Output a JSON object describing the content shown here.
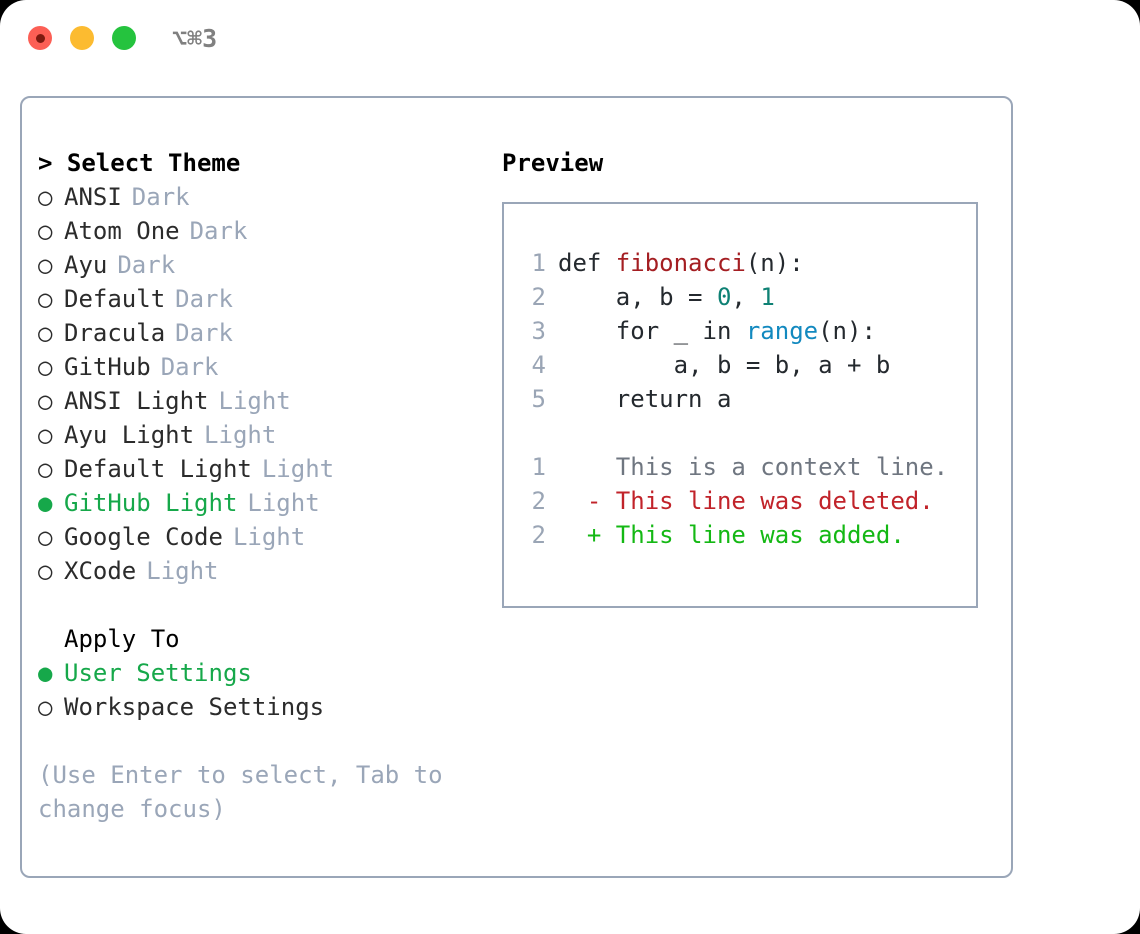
{
  "titlebar": {
    "shortcut": "⌥⌘3",
    "lights": [
      {
        "name": "close",
        "color": "#fc5f55"
      },
      {
        "name": "minimize",
        "color": "#fcbb30"
      },
      {
        "name": "maximize",
        "color": "#25c33e"
      }
    ]
  },
  "theme_section": {
    "heading": "> Select Theme",
    "items": [
      {
        "marker": "○",
        "label": "ANSI",
        "tag": "Dark",
        "selected": false
      },
      {
        "marker": "○",
        "label": "Atom One",
        "tag": "Dark",
        "selected": false
      },
      {
        "marker": "○",
        "label": "Ayu",
        "tag": "Dark",
        "selected": false
      },
      {
        "marker": "○",
        "label": "Default",
        "tag": "Dark",
        "selected": false
      },
      {
        "marker": "○",
        "label": "Dracula",
        "tag": "Dark",
        "selected": false
      },
      {
        "marker": "○",
        "label": "GitHub",
        "tag": "Dark",
        "selected": false
      },
      {
        "marker": "○",
        "label": "ANSI Light",
        "tag": "Light",
        "selected": false
      },
      {
        "marker": "○",
        "label": "Ayu Light",
        "tag": "Light",
        "selected": false
      },
      {
        "marker": "○",
        "label": "Default Light",
        "tag": "Light",
        "selected": false
      },
      {
        "marker": "●",
        "label": "GitHub Light",
        "tag": "Light",
        "selected": true
      },
      {
        "marker": "○",
        "label": "Google Code",
        "tag": "Light",
        "selected": false
      },
      {
        "marker": "○",
        "label": "XCode",
        "tag": "Light",
        "selected": false
      }
    ]
  },
  "apply_section": {
    "heading": "Apply To",
    "items": [
      {
        "marker": "●",
        "label": "User Settings",
        "selected": true
      },
      {
        "marker": "○",
        "label": "Workspace Settings",
        "selected": false
      }
    ]
  },
  "hint": "(Use Enter to select, Tab to change focus)",
  "preview": {
    "heading": "Preview",
    "code_lines": [
      {
        "n": "1",
        "tokens": [
          {
            "t": "def ",
            "c": "plain"
          },
          {
            "t": "fibonacci",
            "c": "fn"
          },
          {
            "t": "(n):",
            "c": "plain"
          }
        ]
      },
      {
        "n": "2",
        "tokens": [
          {
            "t": "    a, b = ",
            "c": "plain"
          },
          {
            "t": "0",
            "c": "num"
          },
          {
            "t": ", ",
            "c": "plain"
          },
          {
            "t": "1",
            "c": "num"
          }
        ]
      },
      {
        "n": "3",
        "tokens": [
          {
            "t": "    for _ in ",
            "c": "plain"
          },
          {
            "t": "range",
            "c": "bi"
          },
          {
            "t": "(n):",
            "c": "plain"
          }
        ]
      },
      {
        "n": "4",
        "tokens": [
          {
            "t": "        a, b = b, a + b",
            "c": "plain"
          }
        ]
      },
      {
        "n": "5",
        "tokens": [
          {
            "t": "    return a",
            "c": "plain"
          }
        ]
      }
    ],
    "diff_lines": [
      {
        "n": "1",
        "sign": " ",
        "text": "This is a context line.",
        "kind": "d-ctx"
      },
      {
        "n": "2",
        "sign": "-",
        "text": "This line was deleted.",
        "kind": "d-del"
      },
      {
        "n": "2",
        "sign": "+",
        "text": "This line was added.",
        "kind": "d-add"
      }
    ]
  },
  "colors": {
    "accent_green": "#16a84a",
    "muted": "#9aa6b8",
    "border": "#9aa6b8",
    "diff_add": "#14b814",
    "diff_del": "#c1232a",
    "fn": "#a41e22",
    "num": "#0e8174",
    "builtin": "#1289bf"
  }
}
